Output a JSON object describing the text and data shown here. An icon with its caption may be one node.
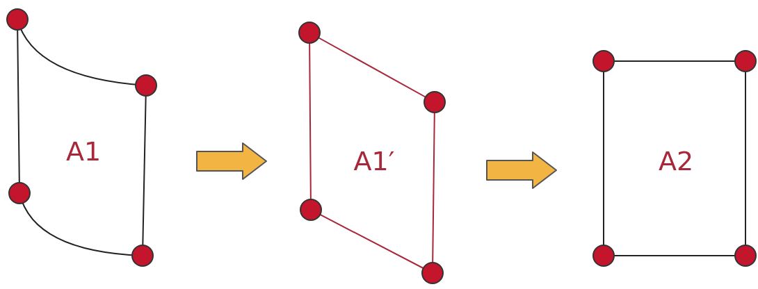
{
  "diagram": {
    "nodes": [
      {
        "text": [
          "A1"
        ]
      },
      {
        "text": [
          "A1′"
        ]
      },
      {
        "text": [
          "A2"
        ]
      }
    ],
    "edges": [
      {
        "from": 0,
        "to": 1,
        "arrow": "to"
      },
      {
        "from": 1,
        "to": 2,
        "arrow": "to"
      }
    ]
  }
}
